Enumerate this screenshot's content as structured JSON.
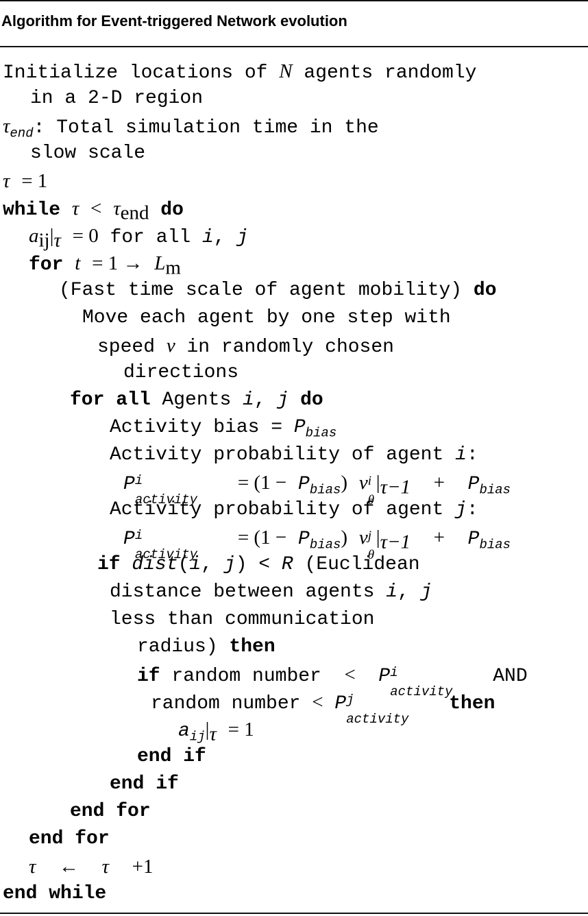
{
  "title": "Algorithm for Event-triggered Network evolution",
  "algorithm": {
    "l1": "Initialize locations of N agents randomly",
    "l2": "in a 2-D region",
    "l3": "τend: Total simulation time in the",
    "l4": "slow scale",
    "l5": "τ = 1",
    "l6": "while τ < τend do",
    "l7": "aij|τ = 0 for all i, j",
    "l8": "for t = 1 → Lm",
    "l9": "(Fast time scale of agent mobility) do",
    "l10": "Move each agent by one step with",
    "l11": "speed v in randomly chosen",
    "l12": "directions",
    "l13": "for all Agents i, j do",
    "l14": "Activity bias = Pbias",
    "l15": "Activity probability of agent i:",
    "l16": "Piactivity = (1 − Pbias) viθ|τ−1 + Pbias",
    "l17": "Activity probability of agent j:",
    "l18": "Piactivity = (1 − Pbias) vjθ|τ−1 + Pbias",
    "l19": "if dist(i, j) < R (Euclidean",
    "l20": "distance between agents i, j",
    "l21": "less than communication",
    "l22": "radius) then",
    "l23": "if random number < Piactivity AND",
    "l24": "random number < Pjactivity then",
    "l25": "aij|τ = 1",
    "l26": "end if",
    "l27": "end if",
    "l28": "end for",
    "l29": "end for",
    "l30": "τ ← τ + 1",
    "l31": "end while"
  }
}
